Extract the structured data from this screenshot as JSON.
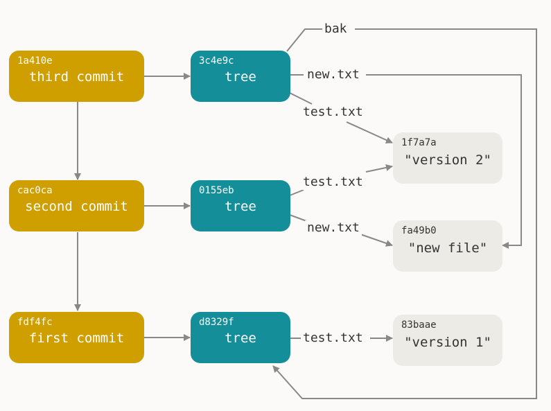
{
  "commits": [
    {
      "hash": "1a410e",
      "label": "third commit"
    },
    {
      "hash": "cac0ca",
      "label": "second commit"
    },
    {
      "hash": "fdf4fc",
      "label": "first commit"
    }
  ],
  "trees": [
    {
      "hash": "3c4e9c",
      "label": "tree"
    },
    {
      "hash": "0155eb",
      "label": "tree"
    },
    {
      "hash": "d8329f",
      "label": "tree"
    }
  ],
  "blobs": [
    {
      "hash": "1f7a7a",
      "label": "\"version 2\""
    },
    {
      "hash": "fa49b0",
      "label": "\"new file\""
    },
    {
      "hash": "83baae",
      "label": "\"version 1\""
    }
  ],
  "edge_labels": {
    "bak": "bak",
    "new_txt_top": "new.txt",
    "test_txt_top": "test.txt",
    "test_txt_mid": "test.txt",
    "new_txt_mid": "new.txt",
    "test_txt_bottom": "test.txt"
  },
  "colors": {
    "commit": "#cf9f00",
    "tree": "#148e99",
    "blob": "#ecebe6",
    "arrow": "#8a8784"
  }
}
